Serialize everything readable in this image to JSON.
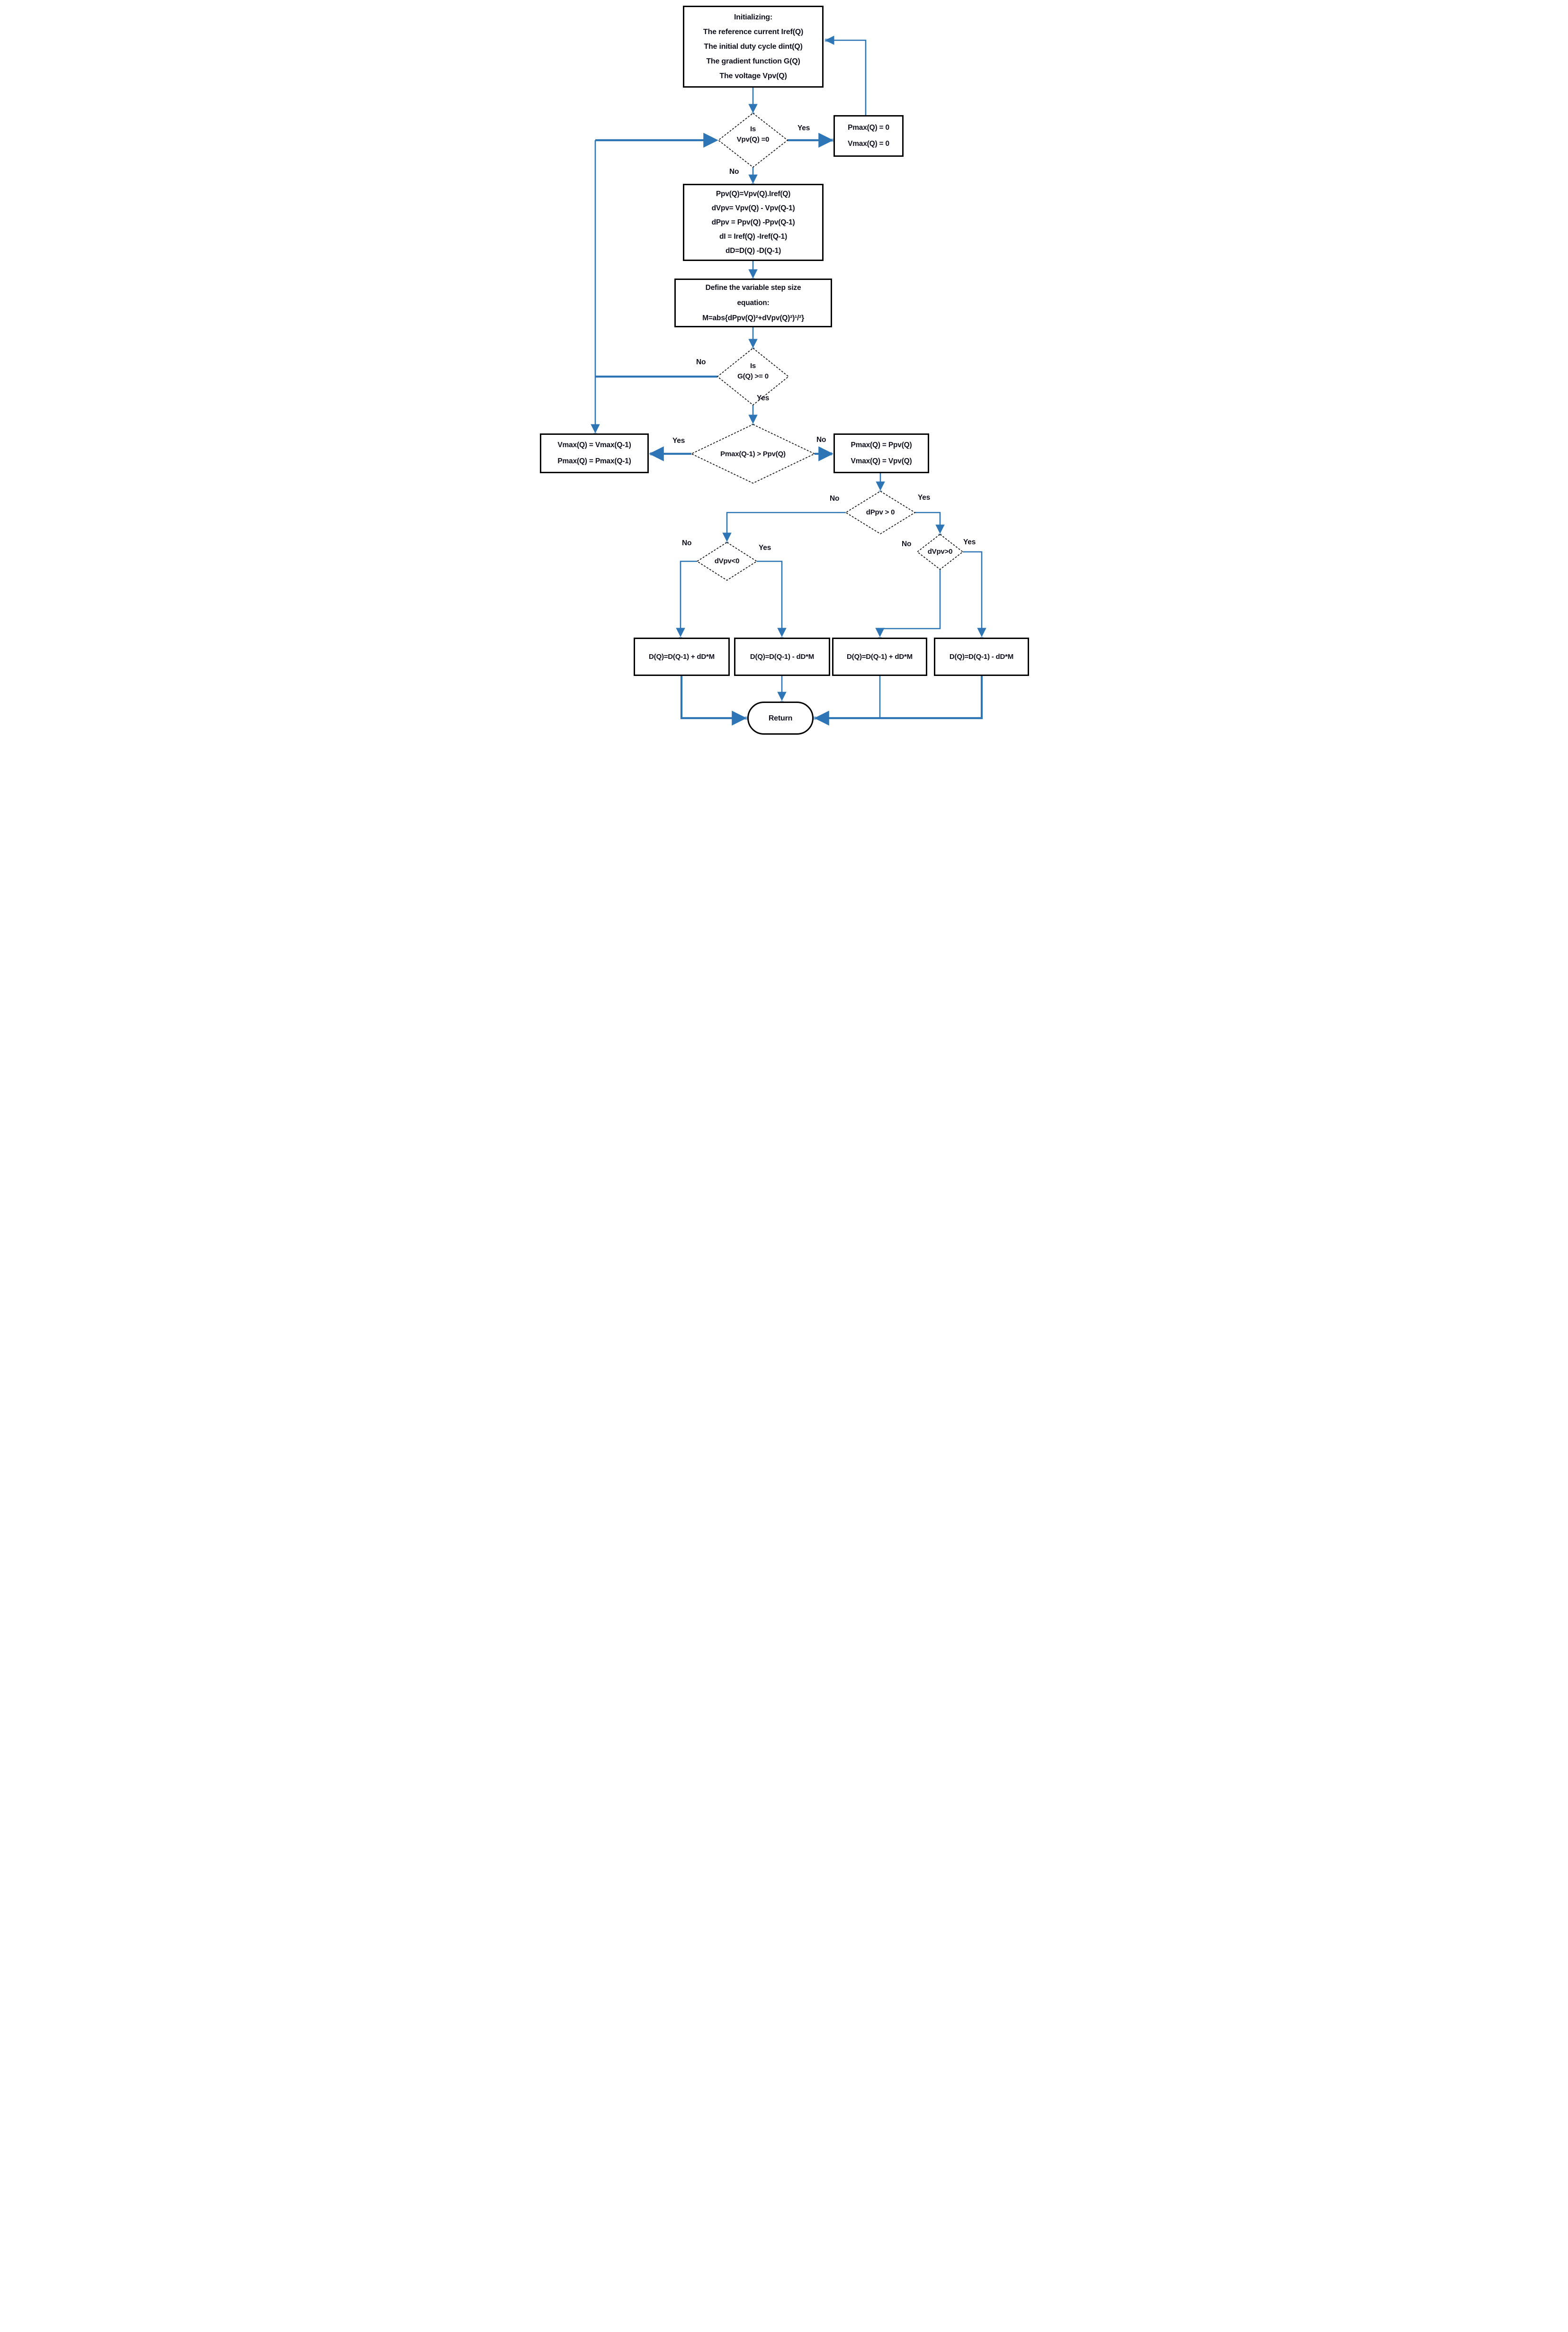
{
  "labels": {
    "yes": "Yes",
    "no": "No"
  },
  "colors": {
    "connector": "#2E75B6",
    "box_border": "#050505",
    "diamond_border": "#1b1b1b",
    "text": "#10101e",
    "background": "#ffffff"
  },
  "nodes": {
    "init": {
      "lines": [
        "Initializing:",
        "The reference current Iref(Q)",
        "The initial duty cycle dint(Q)",
        "The gradient function G(Q)",
        "The voltage Vpv(Q)"
      ]
    },
    "set_zero": {
      "lines": [
        "Pmax(Q) = 0",
        "Vmax(Q) = 0"
      ]
    },
    "is_vpv_zero": {
      "lines": [
        "Is",
        "Vpv(Q) =0"
      ]
    },
    "compute": {
      "lines": [
        "Ppv(Q)=Vpv(Q).Iref(Q)",
        "dVpv= Vpv(Q) - Vpv(Q-1)",
        "dPpv = Ppv(Q) -Ppv(Q-1)",
        "dI = Iref(Q) -Iref(Q-1)",
        "dD=D(Q) -D(Q-1)"
      ]
    },
    "step_size": {
      "lines": [
        "Define the variable step size",
        "equation:",
        "M=abs{dPpv(Q)²+dVpv(Q)²)¹/²}"
      ]
    },
    "is_g_positive": {
      "lines": [
        "Is",
        "G(Q) >= 0"
      ]
    },
    "is_pmax_prev_greater": {
      "lines": [
        "Pmax(Q-1) > Ppv(Q)"
      ]
    },
    "hold_max": {
      "lines": [
        "Vmax(Q) = Vmax(Q-1)",
        "Pmax(Q) = Pmax(Q-1)"
      ]
    },
    "update_max": {
      "lines": [
        "Pmax(Q) = Ppv(Q)",
        "Vmax(Q) = Vpv(Q)"
      ]
    },
    "is_dppv_positive": {
      "lines": [
        "dPpv > 0"
      ]
    },
    "is_dvpv_negative": {
      "lines": [
        "dVpv<0"
      ]
    },
    "is_dvpv_positive": {
      "lines": [
        "dVpv>0"
      ]
    },
    "duty_plus_left": {
      "lines": [
        "D(Q)=D(Q-1) + dD*M"
      ]
    },
    "duty_minus_left": {
      "lines": [
        "D(Q)=D(Q-1) - dD*M"
      ]
    },
    "duty_plus_right": {
      "lines": [
        "D(Q)=D(Q-1) + dD*M"
      ]
    },
    "duty_minus_right": {
      "lines": [
        "D(Q)=D(Q-1) - dD*M"
      ]
    },
    "return": {
      "lines": [
        "Return"
      ]
    }
  }
}
